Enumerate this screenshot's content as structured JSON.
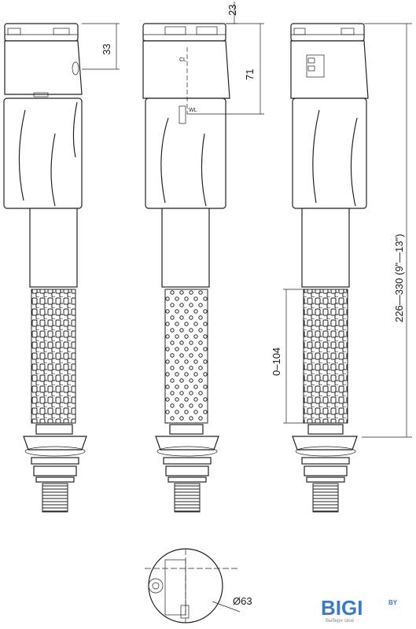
{
  "dimensions": {
    "top_offset": "33",
    "top_height": "23",
    "cl_height": "71",
    "cl_label": "CL",
    "wl_label": "WL",
    "stroke_range": "0–104",
    "total_range": "226—330  (9\"—13\")",
    "diameter": "Ø63"
  },
  "logo": {
    "brand": "BIGI",
    "domain": "BY",
    "tagline": "Выбери своё"
  }
}
